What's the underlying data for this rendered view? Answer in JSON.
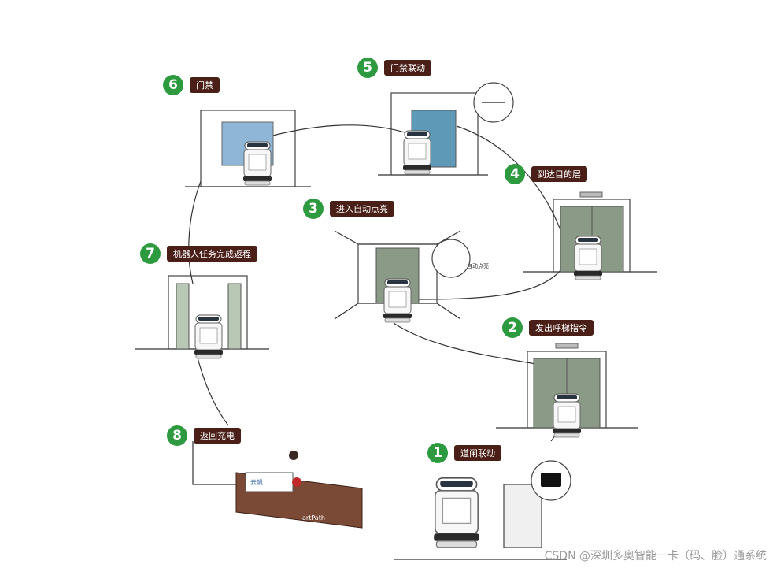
{
  "steps": [
    {
      "num": "1",
      "label": "道闸联动"
    },
    {
      "num": "2",
      "label": "发出呼梯指令"
    },
    {
      "num": "3",
      "label": "进入自动点亮"
    },
    {
      "num": "4",
      "label": "到达目的层"
    },
    {
      "num": "5",
      "label": "门禁联动"
    },
    {
      "num": "6",
      "label": "门禁"
    },
    {
      "num": "7",
      "label": "机器人任务完成返程"
    },
    {
      "num": "8",
      "label": "返回充电"
    }
  ],
  "panel_text": "自动点亮",
  "desk_logo_text": "artPath",
  "desk_logo_prefix": "云帆",
  "watermark": "CSDN @深圳多奥智能一卡（码、脸）通系统",
  "colors": {
    "badge": "#2e9a3f",
    "label_bg": "#4a1f17",
    "door_green": "#8a9a86",
    "door_blue": "#5e9ab8",
    "desk": "#7a4a36"
  }
}
